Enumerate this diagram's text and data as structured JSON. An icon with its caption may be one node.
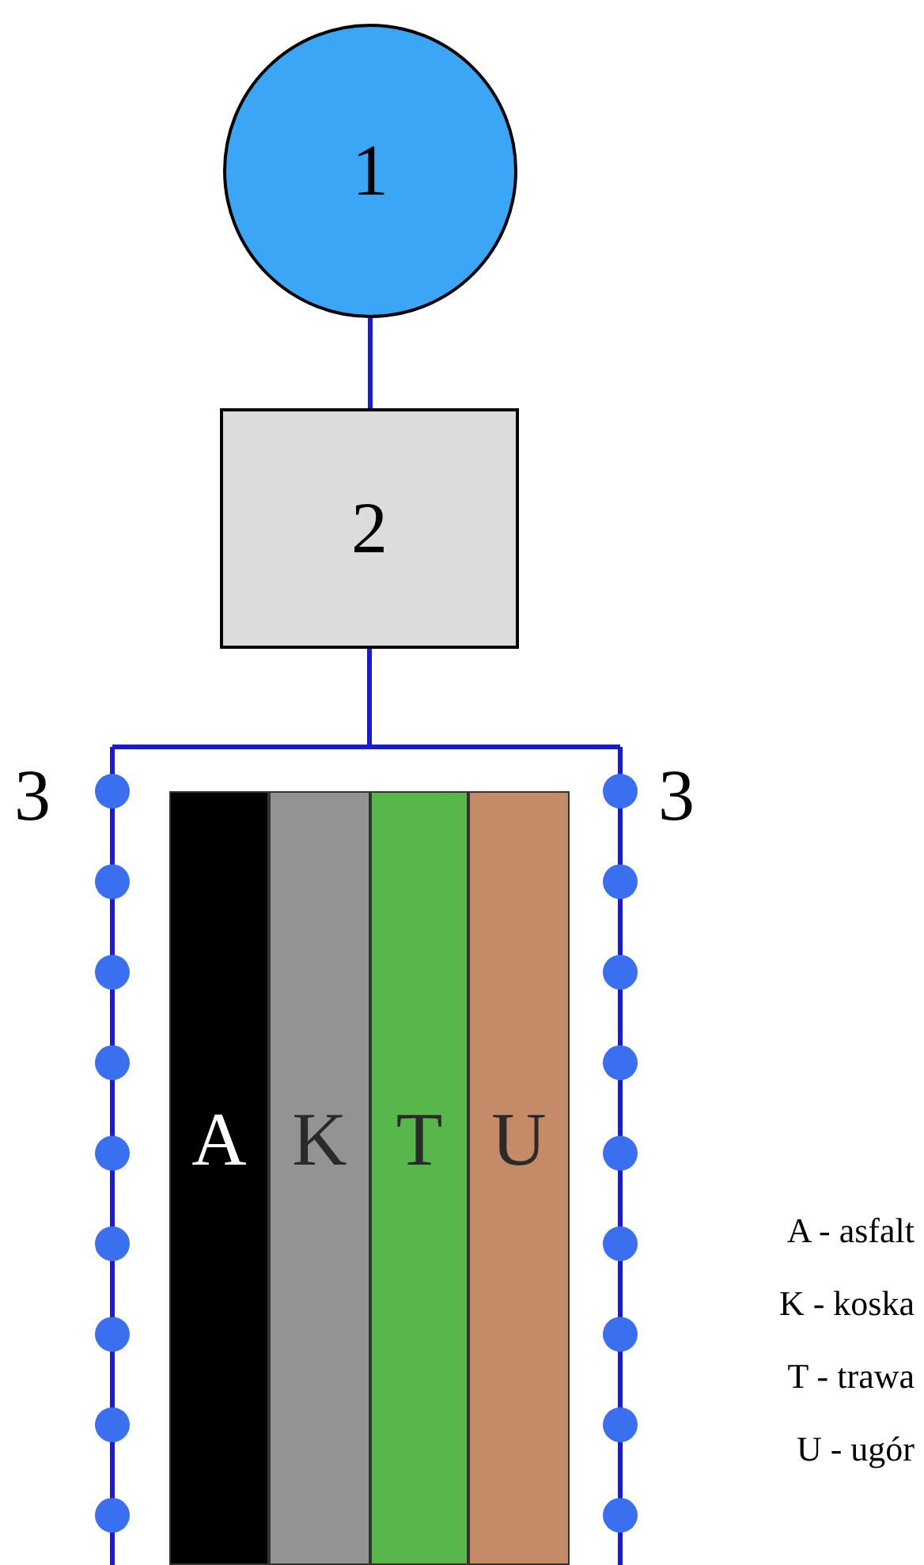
{
  "diagram": {
    "nodes": [
      {
        "text": [
          "1"
        ]
      },
      {
        "text": [
          "2"
        ]
      },
      {
        "text": [],
        "shape": "bar",
        "beside": [
          "3"
        ]
      },
      {
        "text": [
          "A"
        ]
      },
      {
        "text": [
          "K"
        ]
      },
      {
        "text": [
          "T"
        ]
      },
      {
        "text": [
          "U"
        ]
      },
      {
        "text": [],
        "shape": "bar",
        "beside": [
          "3"
        ]
      }
    ],
    "edges": [
      {
        "from": 0,
        "to": 1,
        "arrow": "none"
      },
      {
        "from": 1,
        "to": 2,
        "arrow": "none"
      },
      {
        "from": 1,
        "to": 7,
        "arrow": "none"
      }
    ],
    "labels": [
      "A - asfalt",
      "K - koska",
      "T - trawa",
      "U - ugór"
    ]
  }
}
